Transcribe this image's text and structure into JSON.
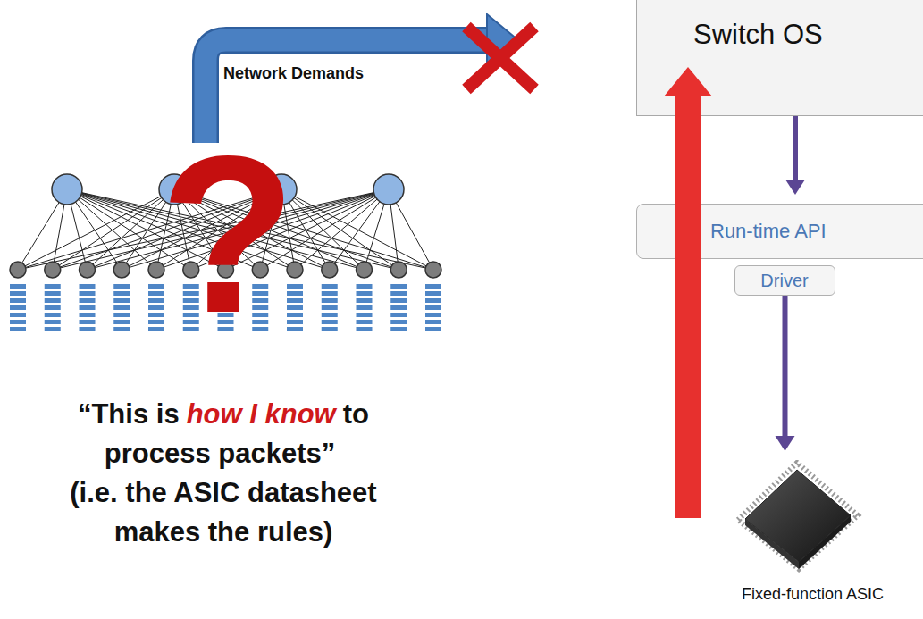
{
  "diagram": {
    "nodes": [
      {
        "text": [
          "Switch OS"
        ]
      },
      {
        "text": [
          "Run-time API"
        ]
      },
      {
        "text": [
          "Driver"
        ]
      },
      {
        "text": [
          "Fixed-function ASIC"
        ]
      }
    ],
    "edges": [
      {
        "from": 0,
        "to": 1,
        "arrow": "to"
      },
      {
        "from": 2,
        "to": 3,
        "arrow": "to"
      },
      {
        "from": 3,
        "to": 0,
        "arrow": "to"
      }
    ],
    "labels": [
      "Network Demands",
      "?",
      "“This is",
      "how I know",
      "to process packets”",
      "(i.e. the ASIC datasheet makes the rules)"
    ]
  }
}
